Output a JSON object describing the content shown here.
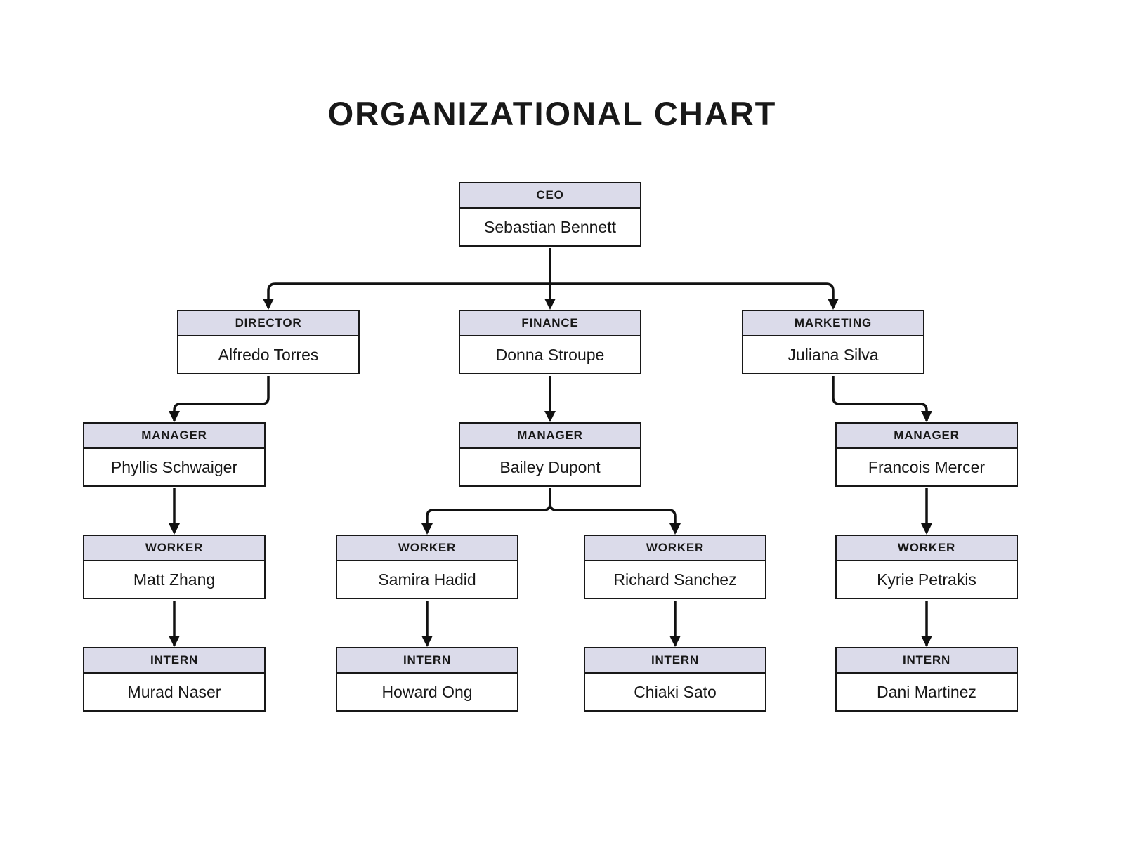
{
  "title": "ORGANIZATIONAL CHART",
  "colors": {
    "header_fill": "#dbdbea",
    "border": "#181818",
    "line": "#111111",
    "text": "#181818",
    "background": "#ffffff"
  },
  "nodes": {
    "ceo": {
      "role": "CEO",
      "name": "Sebastian Bennett"
    },
    "director": {
      "role": "DIRECTOR",
      "name": "Alfredo Torres"
    },
    "finance": {
      "role": "FINANCE",
      "name": "Donna Stroupe"
    },
    "marketing": {
      "role": "MARKETING",
      "name": "Juliana Silva"
    },
    "manager1": {
      "role": "MANAGER",
      "name": "Phyllis Schwaiger"
    },
    "manager2": {
      "role": "MANAGER",
      "name": "Bailey Dupont"
    },
    "manager3": {
      "role": "MANAGER",
      "name": "Francois Mercer"
    },
    "worker1": {
      "role": "WORKER",
      "name": "Matt Zhang"
    },
    "worker2": {
      "role": "WORKER",
      "name": "Samira Hadid"
    },
    "worker3": {
      "role": "WORKER",
      "name": "Richard Sanchez"
    },
    "worker4": {
      "role": "WORKER",
      "name": "Kyrie Petrakis"
    },
    "intern1": {
      "role": "INTERN",
      "name": "Murad Naser"
    },
    "intern2": {
      "role": "INTERN",
      "name": "Howard Ong"
    },
    "intern3": {
      "role": "INTERN",
      "name": "Chiaki Sato"
    },
    "intern4": {
      "role": "INTERN",
      "name": "Dani Martinez"
    }
  },
  "edges": [
    {
      "from": "ceo",
      "to": "director"
    },
    {
      "from": "ceo",
      "to": "finance"
    },
    {
      "from": "ceo",
      "to": "marketing"
    },
    {
      "from": "director",
      "to": "manager1"
    },
    {
      "from": "finance",
      "to": "manager2"
    },
    {
      "from": "marketing",
      "to": "manager3"
    },
    {
      "from": "manager1",
      "to": "worker1"
    },
    {
      "from": "manager2",
      "to": "worker2"
    },
    {
      "from": "manager2",
      "to": "worker3"
    },
    {
      "from": "manager3",
      "to": "worker4"
    },
    {
      "from": "worker1",
      "to": "intern1"
    },
    {
      "from": "worker2",
      "to": "intern2"
    },
    {
      "from": "worker3",
      "to": "intern3"
    },
    {
      "from": "worker4",
      "to": "intern4"
    }
  ]
}
